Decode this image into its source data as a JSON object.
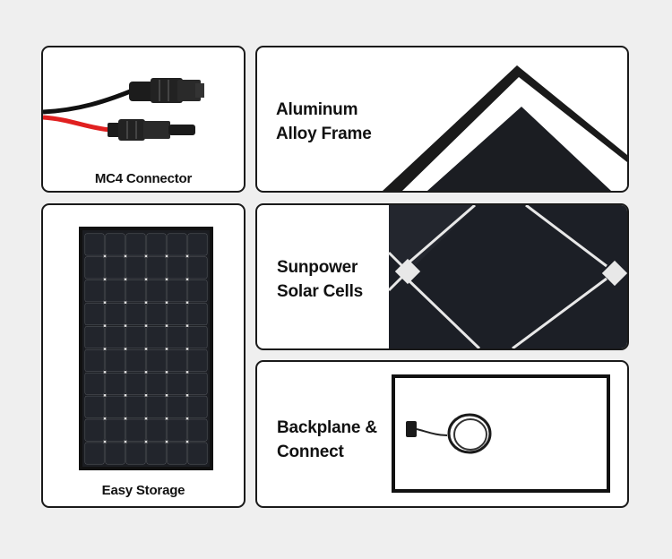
{
  "cards": {
    "mc4": {
      "caption": "MC4 Connector",
      "cable_color": "#e02020"
    },
    "frame": {
      "line1": "Aluminum",
      "line2": "Alloy Frame"
    },
    "storage": {
      "caption": "Easy Storage",
      "panel_rows": 10,
      "panel_cols": 6
    },
    "cells": {
      "line1": "Sunpower",
      "line2": "Solar Cells"
    },
    "backplane": {
      "line1": "Backplane &",
      "line2": "Connect"
    }
  },
  "colors": {
    "panel": "#1b1d22",
    "cell_gap": "#e8e8e8",
    "border": "#1a1a1a"
  }
}
